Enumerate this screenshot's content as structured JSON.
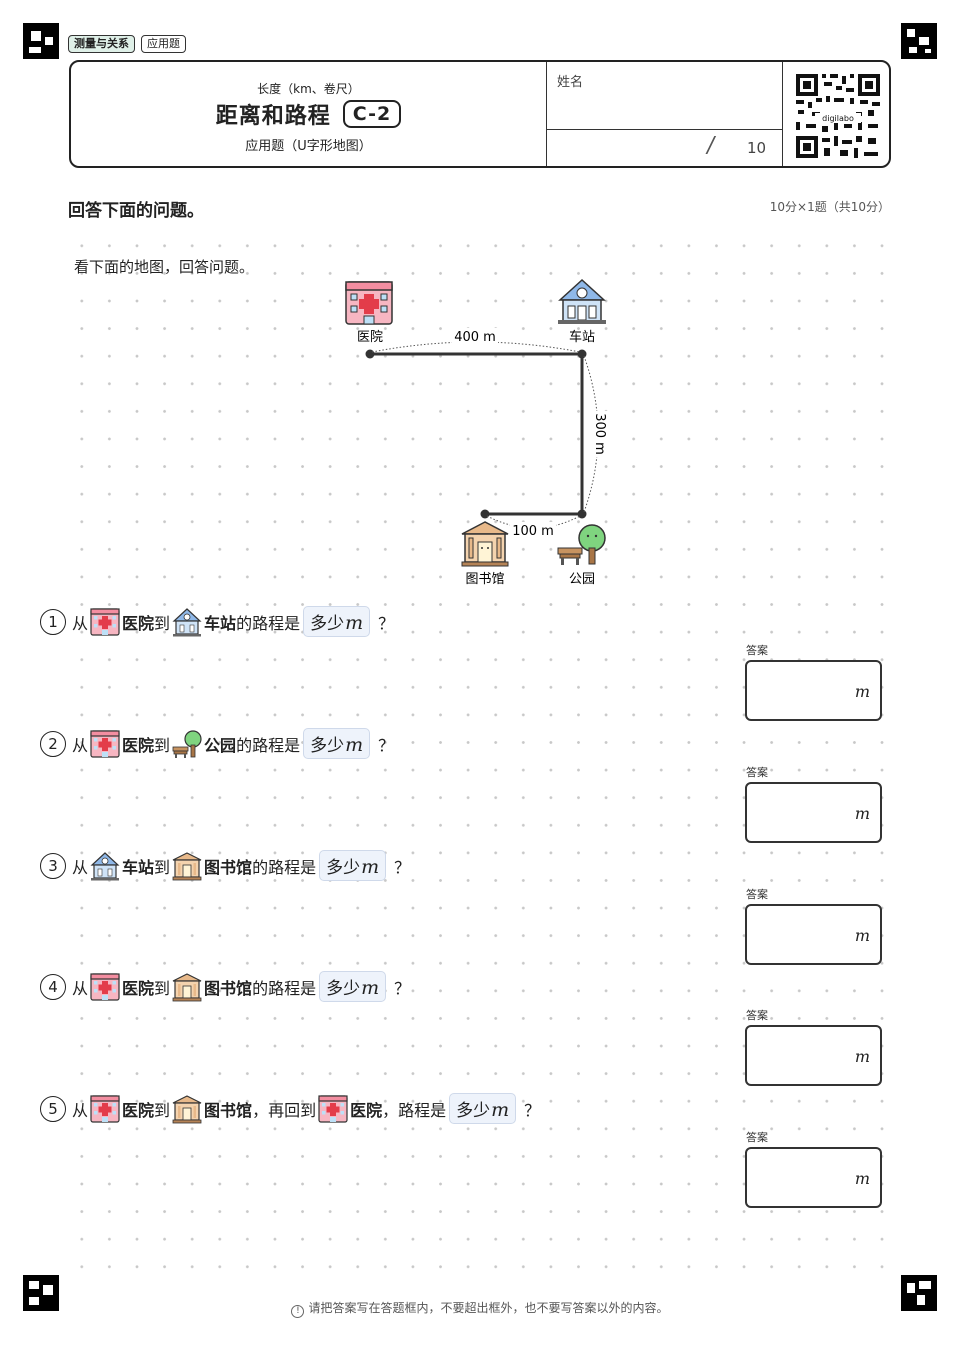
{
  "tags": [
    "测量与关系",
    "应用题"
  ],
  "header": {
    "subtitle": "长度（km、卷尺）",
    "title": "距离和路程",
    "code": "C-2",
    "subtitle2": "应用题（U字形地图）",
    "name_label": "姓名",
    "score_slash": "/",
    "score_total": "10",
    "qr_text": "digilabo"
  },
  "instruction": "回答下面的问题。",
  "points": "10分×1题（共10分）",
  "prompt": "看下面的地图，回答问题。",
  "map": {
    "hospital": "医院",
    "station": "车站",
    "library": "图书馆",
    "park": "公园",
    "dist_hospital_station": "400 m",
    "dist_station_park": "300 m",
    "dist_library_park": "100 m"
  },
  "questions": [
    {
      "num": "1",
      "from_word": "从",
      "a": "医院",
      "to_word": "到",
      "b": "车站",
      "tail": "的路程是",
      "howmany": "多少",
      "unit": "m",
      "q": "？"
    },
    {
      "num": "2",
      "from_word": "从",
      "a": "医院",
      "to_word": "到",
      "b": "公园",
      "tail": "的路程是",
      "howmany": "多少",
      "unit": "m",
      "q": "？"
    },
    {
      "num": "3",
      "from_word": "从",
      "a": "车站",
      "to_word": "到",
      "b": "图书馆",
      "tail": "的路程是",
      "howmany": "多少",
      "unit": "m",
      "q": "？"
    },
    {
      "num": "4",
      "from_word": "从",
      "a": "医院",
      "to_word": "到",
      "b": "图书馆",
      "tail": "的路程是",
      "howmany": "多少",
      "unit": "m",
      "q": "？"
    },
    {
      "num": "5",
      "from_word": "从",
      "a": "医院",
      "to_word": "到",
      "b": "图书馆",
      "mid": "，再回到",
      "c": "医院",
      "tail": "，路程是",
      "howmany": "多少",
      "unit": "m",
      "q": "？"
    }
  ],
  "answer_label": "答案",
  "answer_unit": "m",
  "footer": {
    "icon": "!",
    "text": "请把答案写在答题框内，不要超出框外，也不要写答案以外的内容。"
  }
}
